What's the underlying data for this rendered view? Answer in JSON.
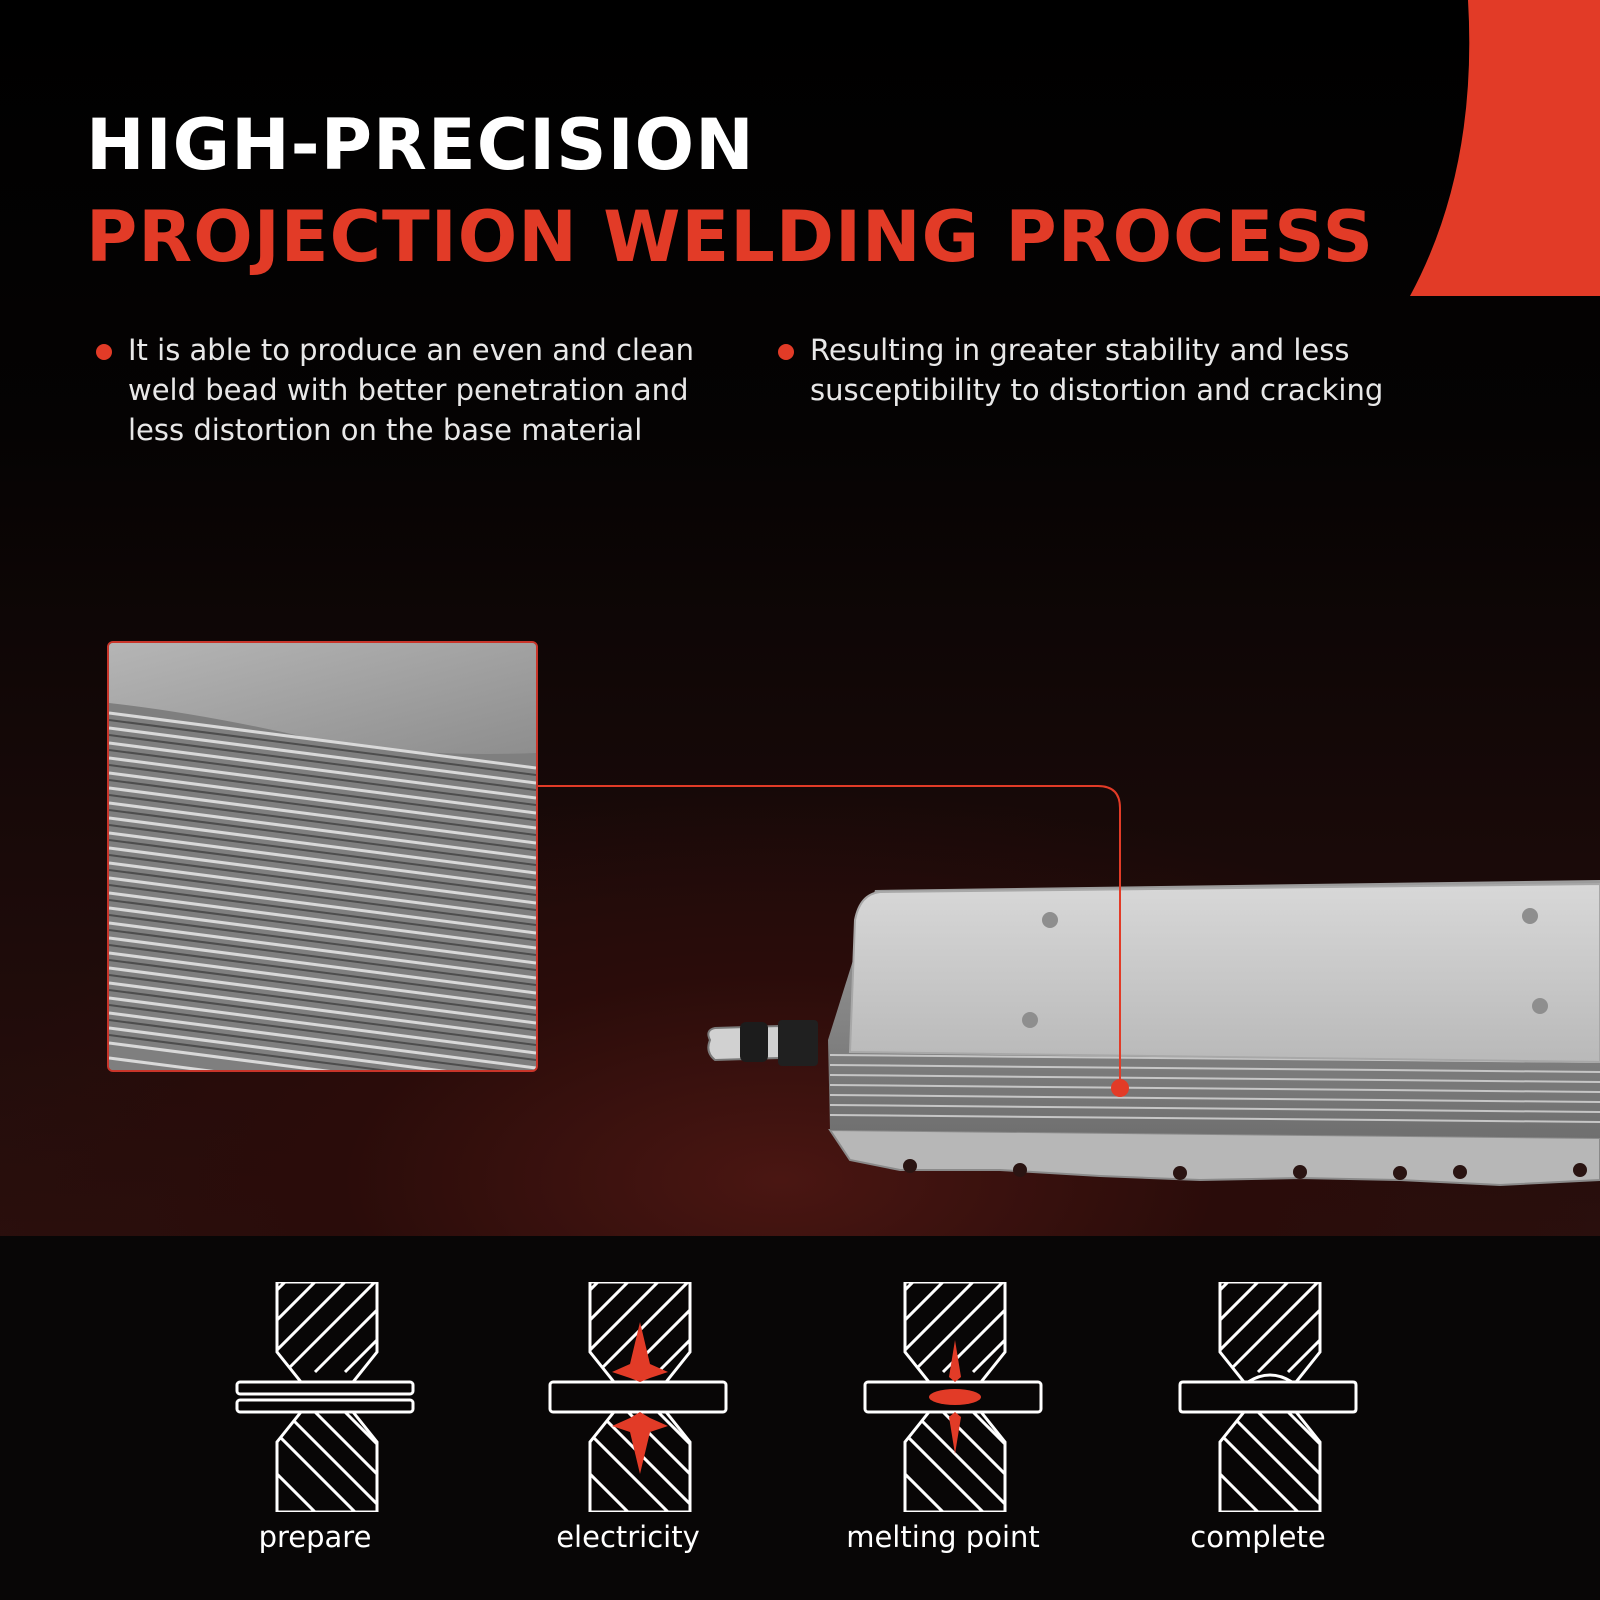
{
  "header": {
    "title_line_1": "HIGH-PRECISION",
    "title_line_2": "PROJECTION WELDING PROCESS"
  },
  "bullets": [
    {
      "text": "It is able to produce an even and clean weld bead with better penetration and less distortion on the base material"
    },
    {
      "text": "Resulting in greater stability and less susceptibility to distortion and cracking"
    }
  ],
  "steps": [
    {
      "label": "prepare",
      "icon": "prepare-weld-icon"
    },
    {
      "label": "electricity",
      "icon": "electricity-weld-icon"
    },
    {
      "label": "melting point",
      "icon": "melting-point-weld-icon"
    },
    {
      "label": "complete",
      "icon": "complete-weld-icon"
    }
  ],
  "colors": {
    "accent": "#e23b27",
    "background": "#0b0606",
    "text": "#ffffff"
  }
}
